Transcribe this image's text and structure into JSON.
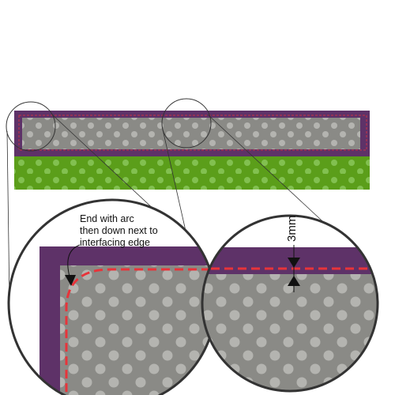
{
  "colors": {
    "background": "#ffffff",
    "purple": "#5e3268",
    "grey_fabric": "#8a8a86",
    "grey_dots": "#b4b4b0",
    "green_fabric": "#5b9e1a",
    "green_dots": "#82c050",
    "stitch": "#e8343a",
    "outline": "#333333"
  },
  "annotations": {
    "corner_note_line1": "End with arc",
    "corner_note_line2": "then down next to",
    "corner_note_line3": "interfacing edge",
    "seam_allowance": "3mm"
  }
}
